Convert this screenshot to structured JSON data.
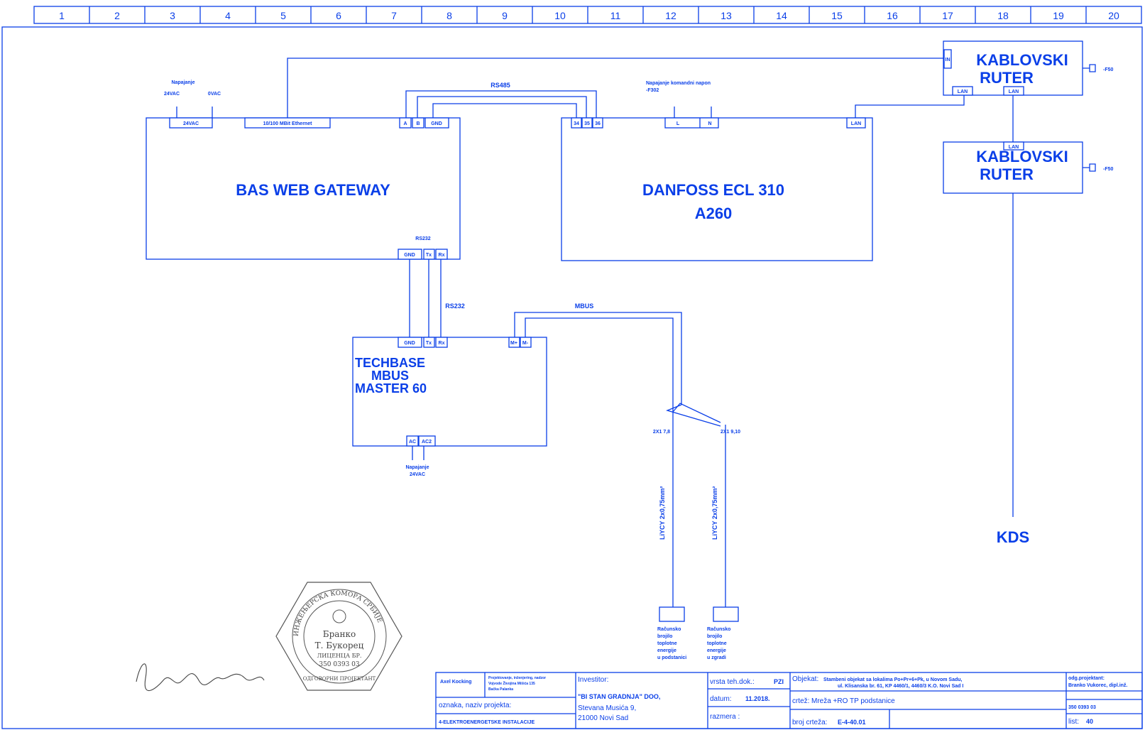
{
  "column_ruler": [
    "1",
    "2",
    "3",
    "4",
    "5",
    "6",
    "7",
    "8",
    "9",
    "10",
    "11",
    "12",
    "13",
    "14",
    "15",
    "16",
    "17",
    "18",
    "19",
    "20"
  ],
  "gateway": {
    "title": "BAS WEB GATEWAY",
    "supply_label_1": "Napajanje",
    "supply_label_2a": "24VAC",
    "supply_label_2b": "0VAC",
    "port_supply": "24VAC",
    "port_ethernet": "10/100 MBit Ethernet",
    "port_a": "A",
    "port_b": "B",
    "port_gnd": "GND",
    "rs232_label": "RS232",
    "port_gnd2": "GND",
    "port_tx": "Tx",
    "port_rx": "Rx"
  },
  "rs485_label": "RS485",
  "danfoss": {
    "title_1": "DANFOSS ECL 310",
    "title_2": "A260",
    "supply_label_1": "Napajanje komandni napon",
    "supply_label_2": "-F302",
    "port_34": "34",
    "port_35": "35",
    "port_36": "36",
    "port_l": "L",
    "port_n": "N",
    "port_lan": "LAN"
  },
  "router1": {
    "title_1": "KABLOVSKI",
    "title_2": "RUTER",
    "port_top": "IN",
    "port_lan": "LAN",
    "port_lan2": "LAN",
    "power_label": "-F50"
  },
  "router2": {
    "title_1": "KABLOVSKI",
    "title_2": "RUTER",
    "port_lan": "LAN",
    "power_label": "-F50"
  },
  "kds_label": "KDS",
  "rs232_cable_label": "RS232",
  "mbus_cable_label": "MBUS",
  "mbus_master": {
    "title_1": "TECHBASE",
    "title_2": "MBUS",
    "title_3": "MASTER 60",
    "port_gnd": "GND",
    "port_tx": "Tx",
    "port_rx": "Rx",
    "port_m1": "M+",
    "port_m2": "M-",
    "port_ac1": "AC",
    "port_ac2": "AC2",
    "supply_label_1": "Napajanje",
    "supply_label_2": "24VAC"
  },
  "terminal_1": "2X1 7,8",
  "terminal_2": "2X1 9,10",
  "cable_1": "LiYCY 2x0,75mm²",
  "cable_2": "LiYCY 2x0,75mm²",
  "meter_1": [
    "Računsko",
    "brojilo",
    "toplotne",
    "energije",
    "u podstanici"
  ],
  "meter_2": [
    "Računsko",
    "brojilo",
    "toplotne",
    "energije",
    "u zgradi"
  ],
  "stamp": {
    "ring_text": "ИНЖЕЊЕРСКА КОМОРА СРБИЈЕ",
    "name_1": "Бранко",
    "name_2": "Т. Букорец",
    "license_1": "ЛИЦЕНЦА БР.",
    "license_2": "350 0393 03",
    "ring_bottom": "ОДГОВОРНИ ПРОЈЕКТАНТ"
  },
  "signature": "Букорец Б",
  "title_block": {
    "company_1": "Axel Kocking",
    "company_2": "Projektovanje, inženjering, nadzor",
    "company_3": "Vojvode Živojina Mišića 135",
    "company_4": "Bačka Palanka",
    "investor_label": "Investitor:",
    "investor_1": "\"BI STAN GRADNJA\" DOO,",
    "investor_2": "Stevana Musića 9,",
    "investor_3": "21000 Novi Sad",
    "project_label": "oznaka, naziv projekta:",
    "project_value": "4-ELEKTROENERGETSKE INSTALACIJE",
    "doc_type_label": "vrsta teh.dok.:",
    "doc_type_value": "PZI",
    "date_label": "datum:",
    "date_value": "11.2018.",
    "scale_label": "razmera :",
    "object_label": "Objekat:",
    "object_value_1": "Stambeni objekat sa lokalima Po+Pr+6+Pk, u Novom Sadu,",
    "object_value_2": "ul. Klisanska br. 61, KP 4460/1, 4460/3 K.O. Novi Sad I",
    "drawing_label": "crtež:",
    "drawing_value": "Mreža +RO TP podstanice",
    "drawing_no_label": "broj crteža:",
    "drawing_no_value": "E-4-40.01",
    "designer_label": "odg.projektant:",
    "designer_value": "Branko Vukorec, dipl.inž.",
    "license_value": "350 0393 03",
    "sheet_label": "list:",
    "sheet_value": "40"
  }
}
